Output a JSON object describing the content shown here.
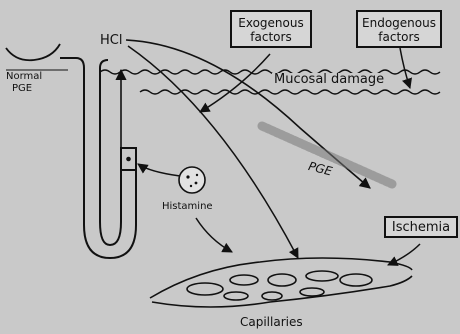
{
  "labels": {
    "exogenous_line1": "Exogenous",
    "exogenous_line2": "factors",
    "endogenous_line1": "Endogenous",
    "endogenous_line2": "factors",
    "mucosal_damage": "Mucosal damage",
    "hcl": "HCl",
    "normal": "Normal",
    "pge_left": "PGE",
    "pge_right": "PGE",
    "histamine": "Histamine",
    "ischemia": "Ischemia",
    "capillaries": "Capillaries"
  },
  "colors": {
    "ink": "#111111",
    "background": "#c9c9c9"
  }
}
